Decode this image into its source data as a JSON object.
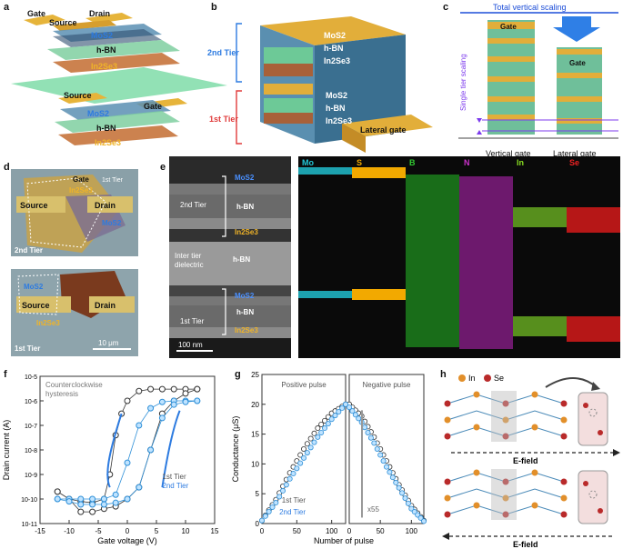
{
  "panels": {
    "a": {
      "label": "a",
      "gate": "Gate",
      "source": "Source",
      "drain": "Drain",
      "mos2": "MoS2",
      "hbn": "h-BN",
      "in2se3": "In2Se3",
      "source2": "Source",
      "gate2": "Gate",
      "mos2_2": "MoS2",
      "hbn2": "h-BN",
      "in2se3_2": "In2Se3"
    },
    "b": {
      "label": "b",
      "tier2": "2nd Tier",
      "tier1": "1st Tier",
      "mos2": "MoS2",
      "hbn": "h-BN",
      "in2se3": "In2Se3",
      "mos2_b": "MoS2",
      "hbn_b": "h-BN",
      "in2se3_b": "In2Se3",
      "lateral_gate": "Lateral gate"
    },
    "c": {
      "label": "c",
      "total": "Total vertical scaling",
      "single": "Single tier scaling",
      "gate1": "Gate",
      "gate2": "Gate",
      "vertical": "Vertical gate",
      "lateral": "Lateral gate"
    },
    "d": {
      "label": "d",
      "gate": "Gate",
      "tier_top": "1st Tier",
      "in2se3": "In2Se3",
      "source": "Source",
      "drain": "Drain",
      "mos2": "MoS2",
      "tier2": "2nd Tier",
      "mos2_b": "MoS2",
      "source_b": "Source",
      "drain_b": "Drain",
      "in2se3_b": "In2Se3",
      "tier1": "1st Tier",
      "scale": "10 μm"
    },
    "e": {
      "label": "e",
      "mos2": "MoS2",
      "tier2": "2nd Tier",
      "hbn": "h-BN",
      "in2se3": "In2Se3",
      "inter": "Inter tier",
      "dielectric": "dielectric",
      "hbn_mid": "h-BN",
      "mos2_b": "MoS2",
      "tier1": "1st Tier",
      "hbn_b": "h-BN",
      "in2se3_b": "In2Se3",
      "scale": "100 nm",
      "elements": [
        "Mo",
        "S",
        "B",
        "N",
        "In",
        "Se"
      ]
    },
    "f": {
      "label": "f",
      "annotation1": "Counterclockwise",
      "annotation2": "hysteresis",
      "legend1": "1st Tier",
      "legend2": "2nd Tier"
    },
    "g": {
      "label": "g",
      "box1": "Positive pulse",
      "box2": "Negative pulse",
      "legend1": "1st Tier",
      "legend2": "2nd Tier",
      "x55": "x55"
    },
    "h": {
      "label": "h",
      "in": "In",
      "se": "Se",
      "efield1": "E-field",
      "efield2": "E-field"
    }
  },
  "colors": {
    "blue": "#2d7be0",
    "red": "#e03b3b",
    "gold": "#f0b428",
    "mo": "#22c8d8",
    "s": "#f2a900",
    "b": "#33cc33",
    "n": "#cc33cc",
    "in": "#88dd22",
    "se": "#ee2222"
  },
  "chart_data": [
    {
      "type": "line",
      "panel": "f",
      "xlabel": "Gate voltage (V)",
      "ylabel": "Drain current (A)",
      "xlim": [
        -15,
        15
      ],
      "ylim": [
        1e-11,
        1e-05
      ],
      "yscale": "log",
      "xticks": [
        -15,
        -10,
        -5,
        0,
        5,
        10,
        15
      ],
      "yticks": [
        "10^-11",
        "10^-10",
        "10^-9",
        "10^-8",
        "10^-7",
        "10^-6",
        "10^-5"
      ],
      "series": [
        {
          "name": "1st Tier",
          "x": [
            -12,
            -10,
            -8,
            -6,
            -4,
            -3,
            -2,
            -1,
            0,
            2,
            4,
            6,
            8,
            10,
            12,
            12,
            10,
            8,
            6,
            4,
            2,
            0,
            -2,
            -4,
            -6,
            -8,
            -10,
            -12
          ],
          "y": [
            2e-10,
            1e-10,
            8e-11,
            7e-11,
            1e-10,
            1e-09,
            4e-08,
            3e-07,
            1e-06,
            2.5e-06,
            3e-06,
            3e-06,
            3e-06,
            3e-06,
            3e-06,
            3e-06,
            2e-06,
            1e-06,
            3e-07,
            1e-08,
            3e-10,
            1e-10,
            5e-11,
            4e-11,
            3e-11,
            3e-11,
            1e-10,
            2e-10
          ]
        },
        {
          "name": "2nd Tier",
          "x": [
            -12,
            -10,
            -8,
            -6,
            -4,
            -2,
            0,
            2,
            4,
            6,
            8,
            10,
            12,
            12,
            10,
            8,
            6,
            4,
            2,
            0,
            -2,
            -4,
            -6,
            -8,
            -10,
            -12
          ],
          "y": [
            1e-10,
            1e-10,
            1e-10,
            1e-10,
            1e-10,
            1.5e-10,
            3e-09,
            1e-07,
            5e-07,
            9e-07,
            1e-06,
            1e-06,
            1e-06,
            1e-06,
            9e-07,
            7e-07,
            2e-07,
            1e-08,
            3e-10,
            1e-10,
            7e-11,
            6e-11,
            6e-11,
            6e-11,
            8e-11,
            1e-10
          ]
        }
      ]
    },
    {
      "type": "line",
      "panel": "g",
      "xlabel": "Number of pulse",
      "ylabel": "Conductance (μS)",
      "ylim": [
        0,
        25
      ],
      "yticks": [
        0,
        5,
        10,
        15,
        20,
        25
      ],
      "xticks_left": [
        0,
        50,
        100
      ],
      "xticks_right": [
        0,
        50,
        100
      ],
      "series": [
        {
          "name": "1st Tier",
          "positive_x": [
            0,
            20,
            40,
            60,
            80,
            100,
            120
          ],
          "positive_y": [
            0.5,
            4,
            8.5,
            12.5,
            16,
            18.5,
            20
          ],
          "negative_x": [
            0,
            20,
            40,
            60,
            80,
            100,
            120
          ],
          "negative_y": [
            20,
            18,
            14.5,
            10.5,
            6.5,
            3,
            0.5
          ]
        },
        {
          "name": "2nd Tier",
          "positive_x": [
            0,
            20,
            40,
            60,
            80,
            100,
            120
          ],
          "positive_y": [
            0.5,
            3.5,
            7.5,
            11,
            14.5,
            17.5,
            20
          ],
          "negative_x": [
            0,
            20,
            40,
            60,
            80,
            100,
            120
          ],
          "negative_y": [
            19.5,
            17,
            13.5,
            9.5,
            6,
            2.5,
            0.4
          ]
        }
      ]
    }
  ]
}
